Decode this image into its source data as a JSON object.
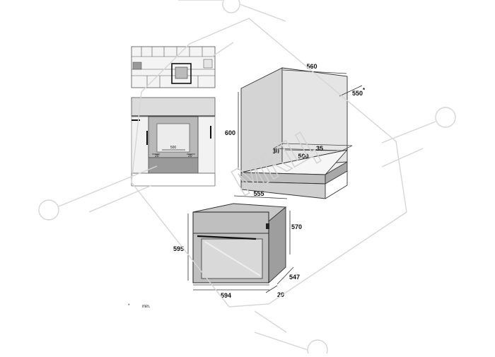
{
  "watermark": {
    "text": "МКЦ",
    "color": "#d4d4d4"
  },
  "kitchen_thumbnail": {
    "label": "kitchen-overview"
  },
  "cabinet_front": {
    "dim_center": "500",
    "dim_left": "20",
    "dim_right": "20"
  },
  "niche": {
    "width_top": "560",
    "depth": "550",
    "depth_mark": "*",
    "height": "600",
    "opening_left": "30",
    "opening_width": "500",
    "opening_right": "35"
  },
  "oven": {
    "top_width": "555",
    "body_height": "570",
    "front_height": "595",
    "depth": "547",
    "front_width": "594",
    "door_depth": "20"
  },
  "footnote": {
    "mark": "*",
    "text": "min."
  }
}
